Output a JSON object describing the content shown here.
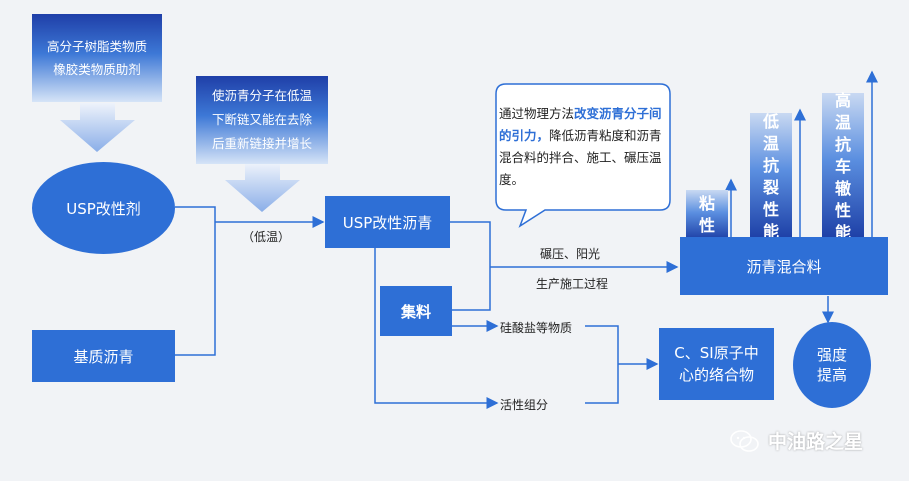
{
  "resin_box": {
    "lines": [
      "高分子树脂类物质",
      "橡胶类物质助剂"
    ]
  },
  "chain_box": {
    "lines": [
      "使沥青分子在低温",
      "下断链又能在去除",
      "后重新链接并增长"
    ]
  },
  "usp_agent": "USP改性剂",
  "base_asphalt": "基质沥青",
  "low_temp_label": "（低温）",
  "usp_asphalt": "USP改性沥青",
  "aggregate": "集料",
  "callout": {
    "part1": "通过物理方法",
    "highlight": "改变沥青分子间的引力，",
    "part2": "降低沥青粘度和沥青混合料的拌合、施工、碾压温度。"
  },
  "roll_label": "碾压、阳光",
  "process_label": "生产施工过程",
  "mix": "沥青混合料",
  "bars": [
    {
      "text": "粘性"
    },
    {
      "text": "低温抗裂性能"
    },
    {
      "text": "高温抗车辙性能"
    }
  ],
  "silicate_label": "硅酸盐等物质",
  "active_label": "活性组分",
  "complex": {
    "lines": [
      "C、SI原子中",
      "心的络合物"
    ]
  },
  "strength": {
    "lines": [
      "强度",
      "提高"
    ]
  },
  "watermark": "中油路之星",
  "colors": {
    "primary": "#2e6fd6",
    "line": "#2e6fd6"
  }
}
